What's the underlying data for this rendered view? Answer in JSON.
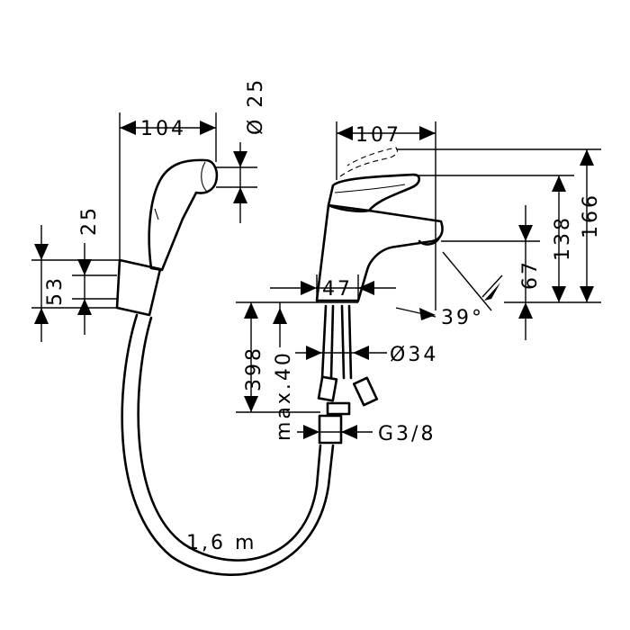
{
  "labels": {
    "hand_width": "104",
    "nozzle_dia": "Ø 25",
    "holder_25": "25",
    "holder_53": "53",
    "spout_107": "107",
    "height_166": "166",
    "height_138": "138",
    "height_67": "67",
    "base_47": "47",
    "angle": "39°",
    "hose_398": "398",
    "max40": "max.40",
    "dia34": "Ø34",
    "thread": "G3/8",
    "hose_length": "1,6 m"
  },
  "colors": {
    "line": "#000000",
    "background": "#ffffff"
  }
}
